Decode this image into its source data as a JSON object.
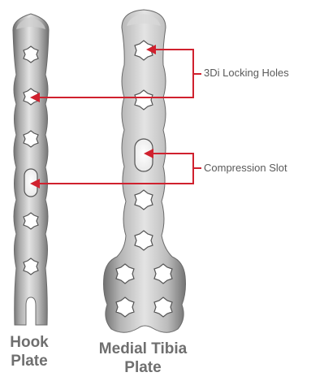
{
  "callouts": {
    "locking_holes": "3Di Locking Holes",
    "compression_slot": "Compression Slot"
  },
  "plates": {
    "hook": {
      "line1": "Hook",
      "line2": "Plate"
    },
    "tibia": {
      "line1": "Medial Tibia",
      "line2": "Plate"
    }
  },
  "colors": {
    "accent": "#d0212e",
    "metal_light": "#d2d2d2",
    "metal_dark": "#6d6d6d",
    "label_text": "#6f6f6f"
  }
}
